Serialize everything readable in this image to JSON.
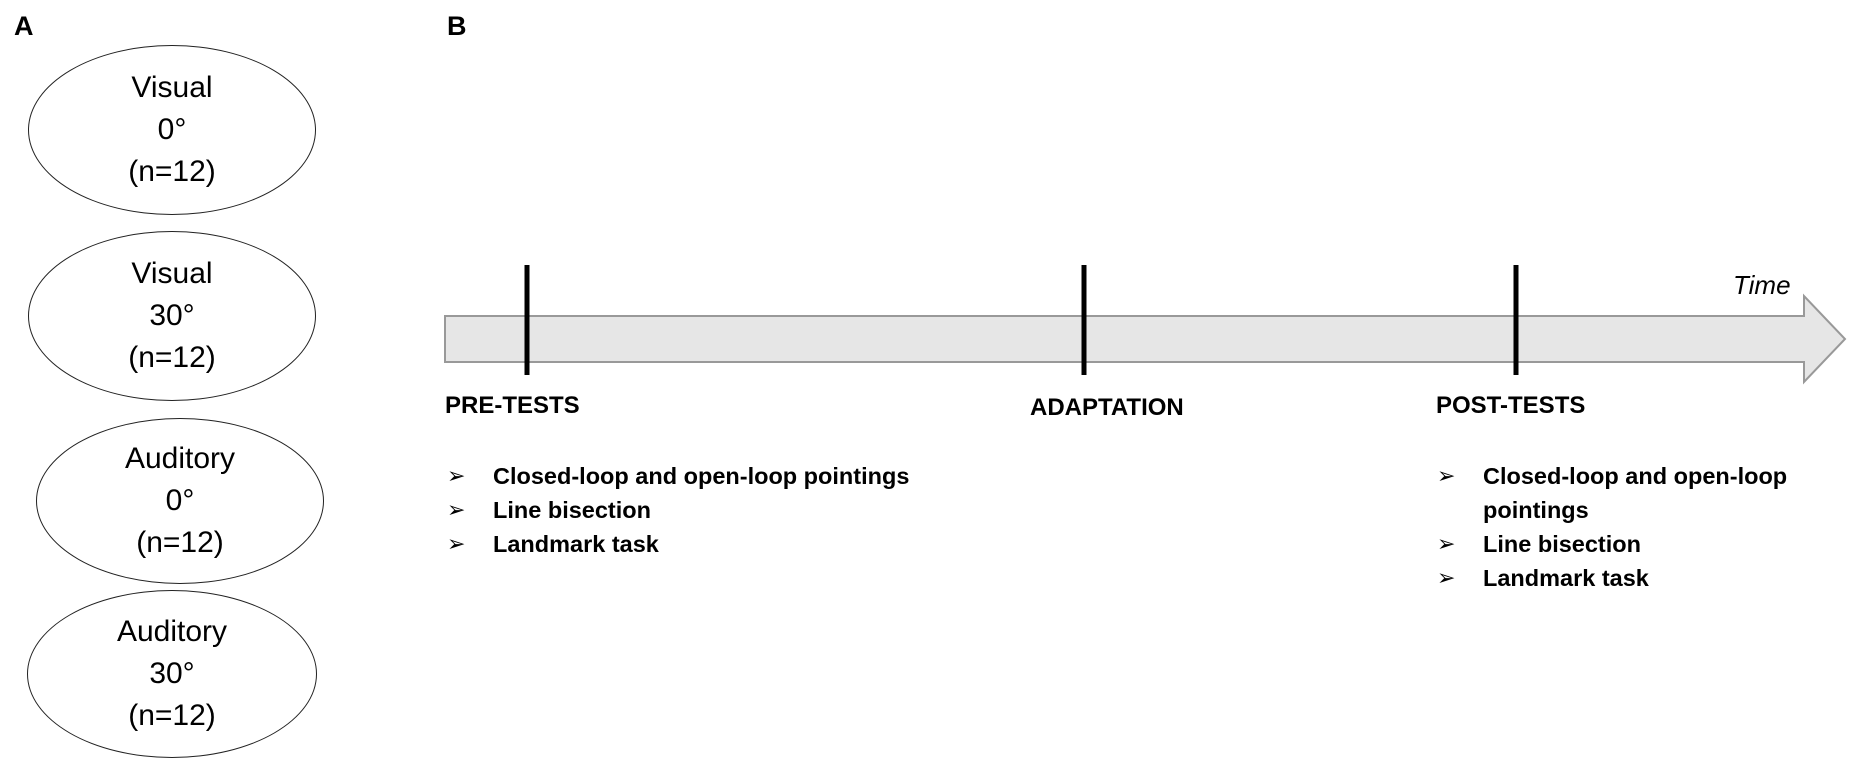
{
  "panel_a": {
    "label": "A",
    "groups": [
      {
        "lines": [
          "Visual",
          "0°",
          "(n=12)"
        ]
      },
      {
        "lines": [
          "Visual",
          "30°",
          "(n=12)"
        ]
      },
      {
        "lines": [
          "Auditory",
          "0°",
          "(n=12)"
        ]
      },
      {
        "lines": [
          "Auditory",
          "30°",
          "(n=12)"
        ]
      }
    ]
  },
  "panel_b": {
    "label": "B",
    "axis_label": "Time",
    "phases": [
      {
        "label": "PRE-TESTS"
      },
      {
        "label": "ADAPTATION"
      },
      {
        "label": "POST-TESTS"
      }
    ],
    "pre_tests": {
      "bullet": "➢",
      "items": [
        "Closed-loop and open-loop pointings",
        "Line bisection",
        "Landmark task"
      ]
    },
    "post_tests": {
      "bullet": "➢",
      "items": [
        "Closed-loop and open-loop pointings",
        "Line bisection",
        "Landmark task"
      ]
    }
  },
  "colors": {
    "arrow_fill": "#e6e6e6",
    "arrow_stroke": "#999999",
    "marker": "#000000"
  }
}
